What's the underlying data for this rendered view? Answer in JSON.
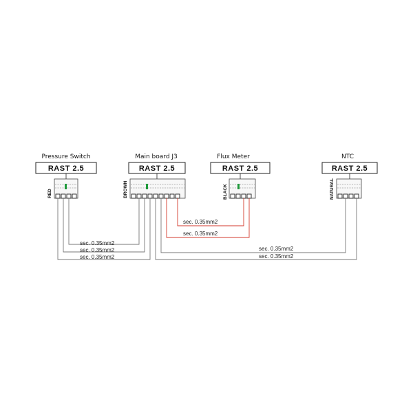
{
  "colors": {
    "wire_gray": "#777777",
    "wire_red": "#d33a2c",
    "indicator_green": "#1e9a3a"
  },
  "components": {
    "pressure_switch": {
      "title": "Pressure Switch",
      "connector": "RAST 2.5",
      "wire_color": "RED"
    },
    "main_board": {
      "title": "Main board J3",
      "connector": "RAST 2.5",
      "wire_color": "BROWN"
    },
    "flux_meter": {
      "title": "Flux Meter",
      "connector": "RAST 2.5",
      "wire_color": "BLACK"
    },
    "ntc": {
      "title": "NTC",
      "connector": "RAST 2.5",
      "wire_color": "NATURAL"
    }
  },
  "wire_labels": {
    "flux_1": "sec. 0.35mm2",
    "flux_2": "sec. 0.35mm2",
    "ps_1": "sec. 0.35mm2",
    "ps_2": "sec. 0.35mm2",
    "ps_3": "sec. 0.35mm2",
    "ntc_1": "sec. 0.35mm2",
    "ntc_2": "sec. 0.35mm2"
  }
}
